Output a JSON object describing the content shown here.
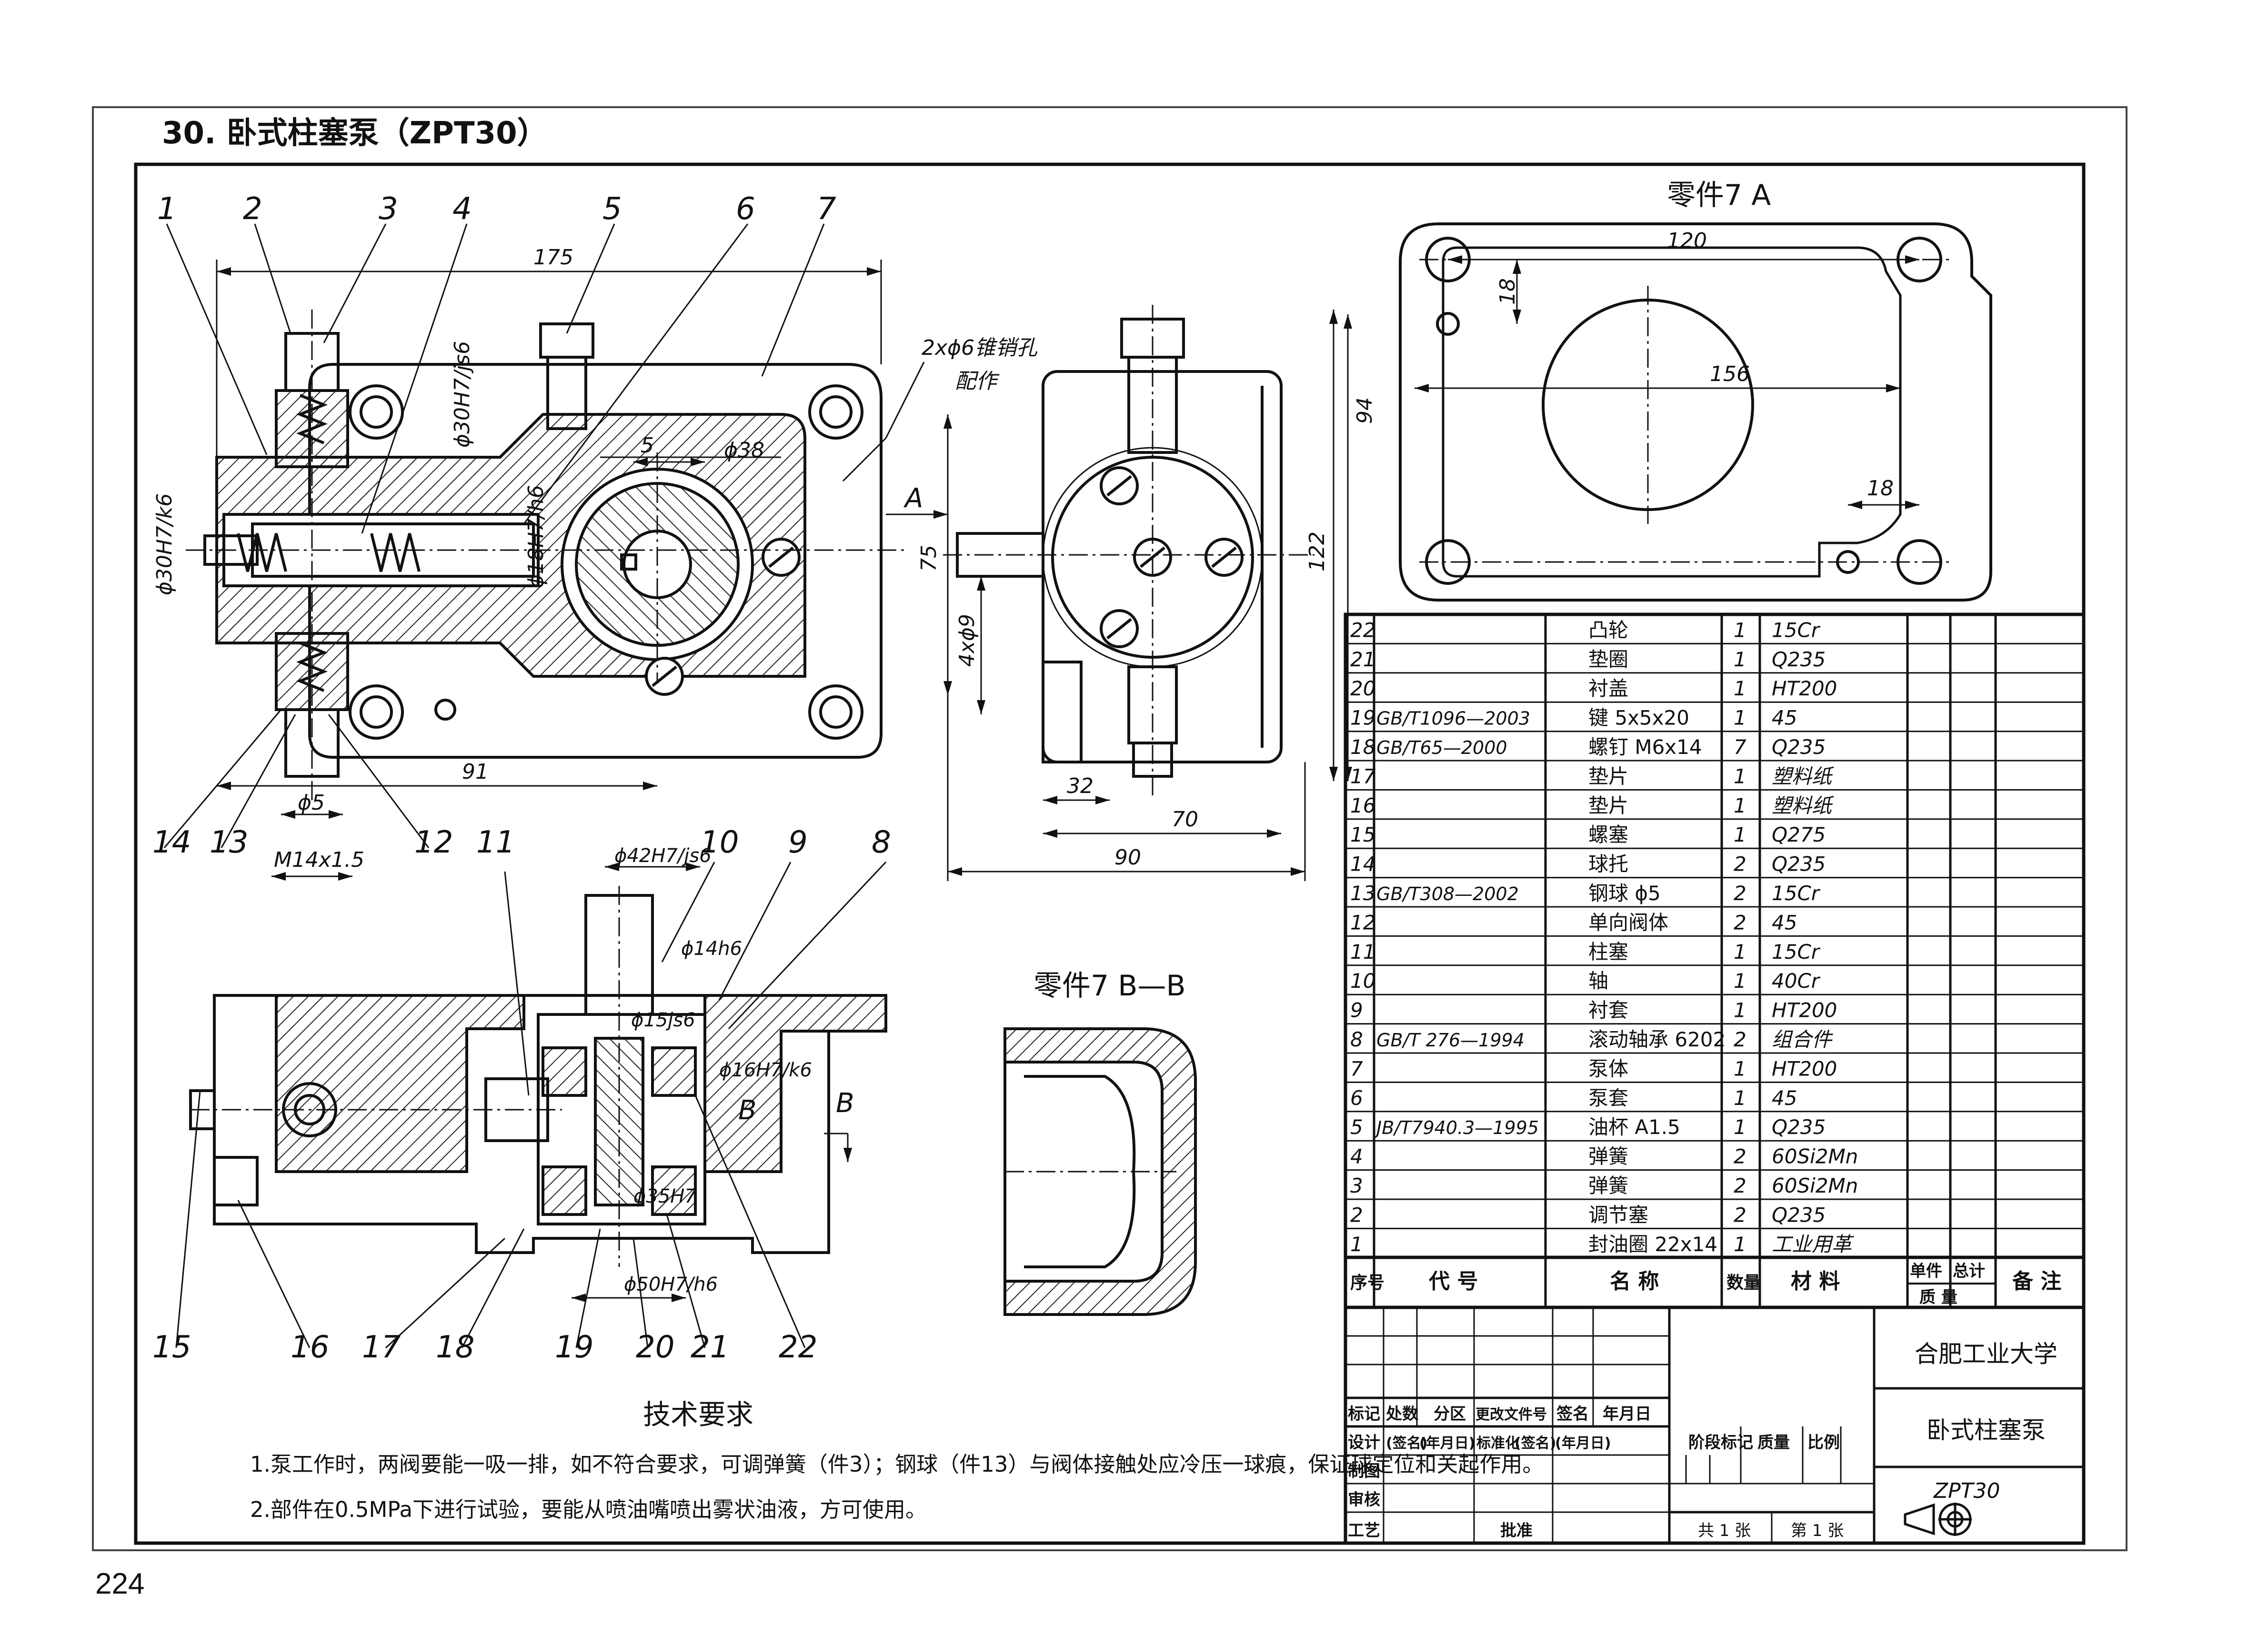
{
  "page": {
    "title": "30. 卧式柱塞泵（ZPT30）",
    "page_number": "224"
  },
  "drawing": {
    "part_labels": [
      "1",
      "2",
      "3",
      "4",
      "5",
      "6",
      "7",
      "8",
      "9",
      "10",
      "11",
      "12",
      "13",
      "14",
      "15",
      "16",
      "17",
      "18",
      "19",
      "20",
      "21",
      "22"
    ],
    "dims_main": {
      "d175": "175",
      "d91": "91",
      "phi5": "ϕ5",
      "m14": "M14x1.5",
      "phi38": "ϕ38",
      "d5": "5",
      "phi30fit_a": "ϕ30H7/js6",
      "phi30fit_b": "ϕ30H7/k6",
      "phi18fit": "ϕ18H7/h6",
      "pin_note": "2xϕ6锥销孔",
      "pin_note2": "配作"
    },
    "dims_side": {
      "d75": "75",
      "d122": "122",
      "d4x9": "4xϕ9",
      "d32": "32",
      "d70": "70",
      "d90": "90",
      "sec_a": "A"
    },
    "dims_bottom": {
      "phi42": "ϕ42H7/js6",
      "phi14": "ϕ14h6",
      "phi15": "ϕ15js6",
      "phi16": "ϕ16H7/k6",
      "phi35": "ϕ35H7",
      "phi50": "ϕ50H7/h6",
      "sec_b": "B"
    },
    "part7a": {
      "title": "零件7 A",
      "d120": "120",
      "d18a": "18",
      "d156": "156",
      "d94": "94",
      "d18b": "18"
    },
    "part7bb": {
      "title": "零件7 B—B"
    },
    "tech_req": {
      "title": "技术要求",
      "line1": "1.泵工作时，两阀要能一吸一排，如不符合要求，可调弹簧（件3）；钢球（件13）与阀体接触处应冷压一球痕，保证球定位和关起作用。",
      "line2": "2.部件在0.5MPa下进行试验，要能从喷油嘴喷出雾状油液，方可使用。"
    }
  },
  "bom": {
    "rows": [
      {
        "no": "22",
        "code": "",
        "name": "凸轮",
        "qty": "1",
        "material": "15Cr"
      },
      {
        "no": "21",
        "code": "",
        "name": "垫圈",
        "qty": "1",
        "material": "Q235"
      },
      {
        "no": "20",
        "code": "",
        "name": "衬盖",
        "qty": "1",
        "material": "HT200"
      },
      {
        "no": "19",
        "code": "GB/T1096—2003",
        "name": "键 5x5x20",
        "qty": "1",
        "material": "45"
      },
      {
        "no": "18",
        "code": "GB/T65—2000",
        "name": "螺钉 M6x14",
        "qty": "7",
        "material": "Q235"
      },
      {
        "no": "17",
        "code": "",
        "name": "垫片",
        "qty": "1",
        "material": "塑料纸"
      },
      {
        "no": "16",
        "code": "",
        "name": "垫片",
        "qty": "1",
        "material": "塑料纸"
      },
      {
        "no": "15",
        "code": "",
        "name": "螺塞",
        "qty": "1",
        "material": "Q275"
      },
      {
        "no": "14",
        "code": "",
        "name": "球托",
        "qty": "2",
        "material": "Q235"
      },
      {
        "no": "13",
        "code": "GB/T308—2002",
        "name": "钢球 ϕ5",
        "qty": "2",
        "material": "15Cr"
      },
      {
        "no": "12",
        "code": "",
        "name": "单向阀体",
        "qty": "2",
        "material": "45"
      },
      {
        "no": "11",
        "code": "",
        "name": "柱塞",
        "qty": "1",
        "material": "15Cr"
      },
      {
        "no": "10",
        "code": "",
        "name": "轴",
        "qty": "1",
        "material": "40Cr"
      },
      {
        "no": "9",
        "code": "",
        "name": "衬套",
        "qty": "1",
        "material": "HT200"
      },
      {
        "no": "8",
        "code": "GB/T 276—1994",
        "name": "滚动轴承 6202",
        "qty": "2",
        "material": "组合件"
      },
      {
        "no": "7",
        "code": "",
        "name": "泵体",
        "qty": "1",
        "material": "HT200"
      },
      {
        "no": "6",
        "code": "",
        "name": "泵套",
        "qty": "1",
        "material": "45"
      },
      {
        "no": "5",
        "code": "JB/T7940.3—1995",
        "name": "油杯 A1.5",
        "qty": "1",
        "material": "Q235"
      },
      {
        "no": "4",
        "code": "",
        "name": "弹簧",
        "qty": "2",
        "material": "60Si2Mn"
      },
      {
        "no": "3",
        "code": "",
        "name": "弹簧",
        "qty": "2",
        "material": "60Si2Mn"
      },
      {
        "no": "2",
        "code": "",
        "name": "调节塞",
        "qty": "2",
        "material": "Q235"
      },
      {
        "no": "1",
        "code": "",
        "name": "封油圈 22x14",
        "qty": "1",
        "material": "工业用革"
      }
    ],
    "header": {
      "no": "序号",
      "code": "代 号",
      "name": "名 称",
      "qty": "数量",
      "material": "材 料",
      "unit": "单件",
      "total": "总计",
      "mass": "质 量",
      "remark": "备 注"
    }
  },
  "title_block": {
    "school": "合肥工业大学",
    "drawing_name": "卧式柱塞泵",
    "drawing_code": "ZPT30",
    "r_biaoji": "标记",
    "r_chushu": "处数",
    "r_fenqu": "分区",
    "r_gengwen": "更改文件号",
    "r_qianming": "签名",
    "r_nianyueri": "年月日",
    "r_sheji": "设计",
    "r_qianming2": "(签名)",
    "r_nianyueri2": "(年月日)",
    "r_biaozhunhua": "标准化",
    "r_qianming3": "(签名)",
    "r_nianyueri3": "(年月日)",
    "r_jieduan": "阶段标记",
    "r_zhiliang": "质量",
    "r_bili": "比例",
    "r_zhitu": "制图",
    "r_shenhe": "审核",
    "r_gongyi": "工艺",
    "r_pizhun": "批准",
    "r_gong": "共 1 张",
    "r_di": "第 1 张"
  }
}
